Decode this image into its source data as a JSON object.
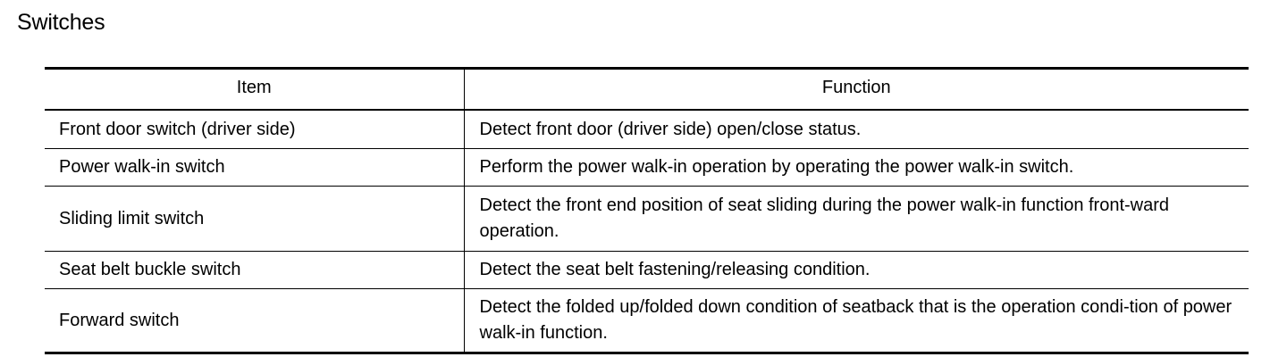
{
  "section": {
    "title": "Switches"
  },
  "table": {
    "headers": {
      "item": "Item",
      "function": "Function"
    },
    "rows": [
      {
        "item": "Front door switch (driver side)",
        "function": "Detect front door (driver side) open/close status."
      },
      {
        "item": "Power walk-in switch",
        "function": "Perform the power walk-in operation by operating the power walk-in switch."
      },
      {
        "item": "Sliding limit switch",
        "function": "Detect the front end position of seat sliding during the power walk-in function front-ward operation."
      },
      {
        "item": "Seat belt buckle switch",
        "function": "Detect the seat belt fastening/releasing condition."
      },
      {
        "item": "Forward switch",
        "function": "Detect the folded up/folded down condition of seatback that is the operation condi-tion of power walk-in function."
      }
    ]
  }
}
